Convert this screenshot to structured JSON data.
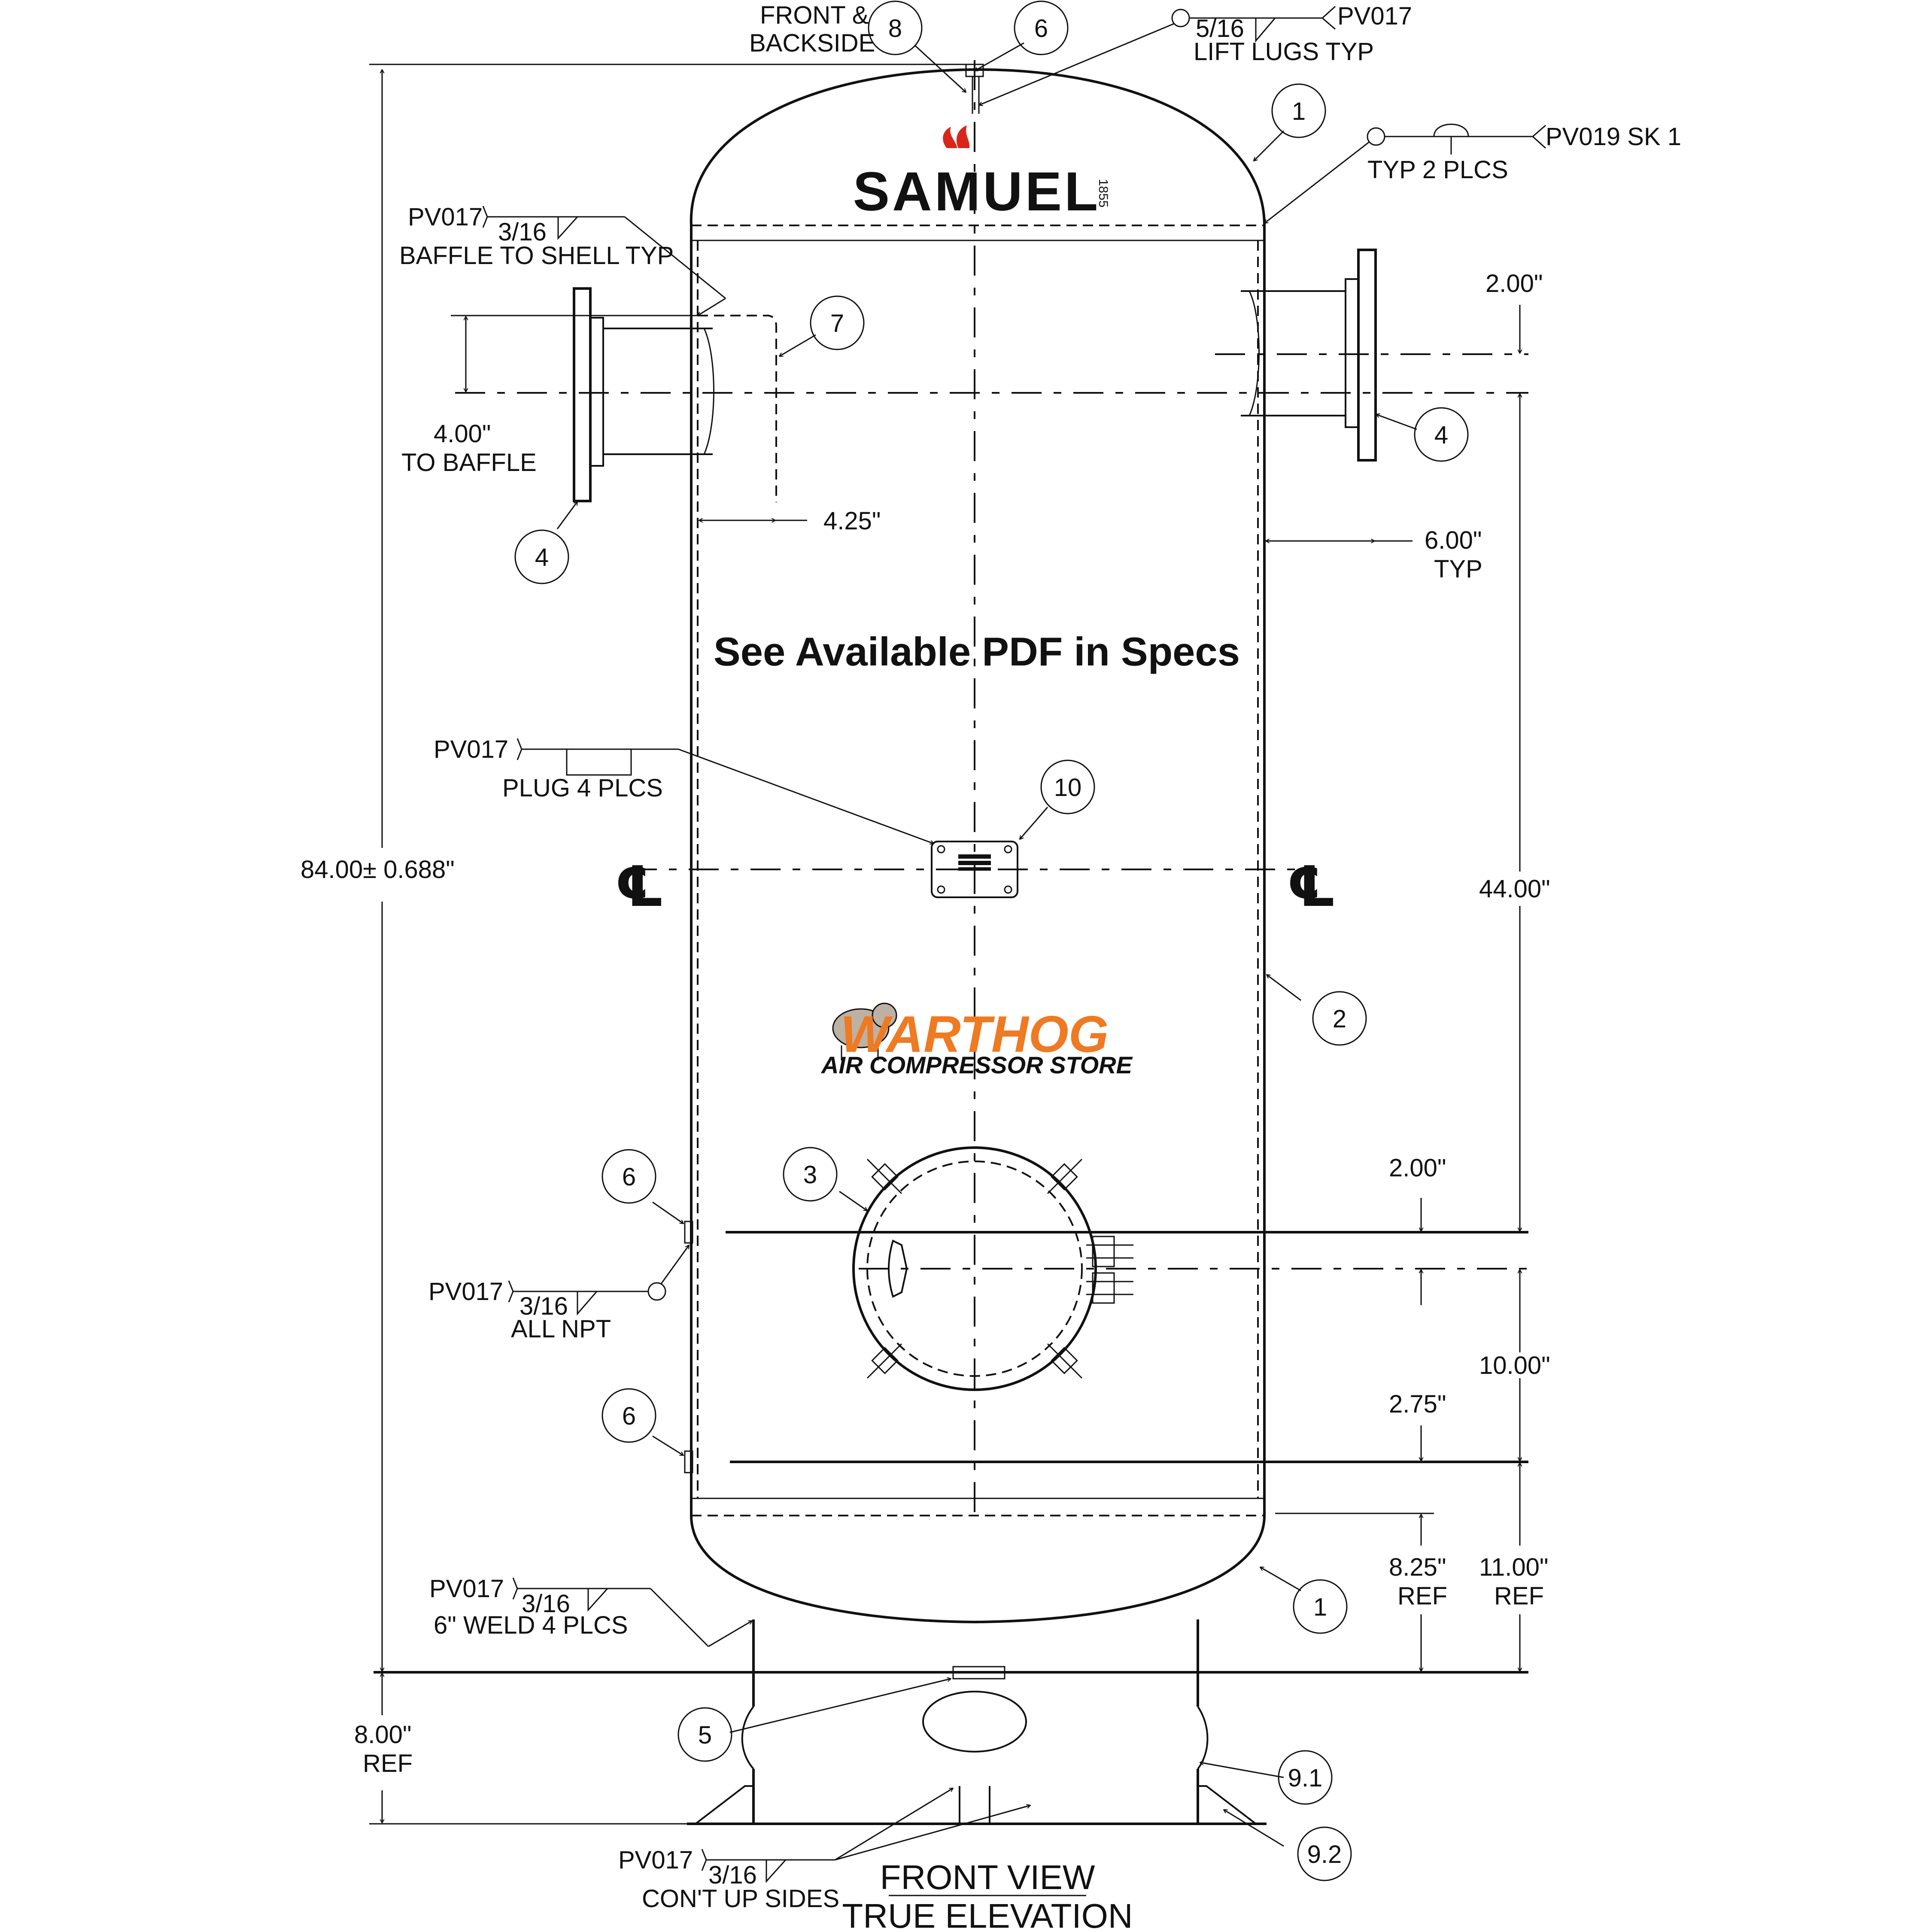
{
  "logos": {
    "samuel": {
      "name": "SAMUEL",
      "year": "1855",
      "flame_color": "#d8261b"
    },
    "warthog": {
      "name": "WARTHOG",
      "tagline": "AIR COMPRESSOR STORE",
      "color": "#ee7a23"
    }
  },
  "note": "See Available PDF in Specs",
  "title": {
    "line1": "FRONT VIEW",
    "line2": "TRUE ELEVATION"
  },
  "centerline_symbol": "℄",
  "balloons": [
    "8",
    "6",
    "1",
    "7",
    "4",
    "4",
    "10",
    "2",
    "3",
    "6",
    "6",
    "1",
    "5",
    "9.1",
    "9.2"
  ],
  "callouts": {
    "front_backside_1": "FRONT &",
    "front_backside_2": "BACKSIDE",
    "lift_ref": "PV017",
    "lift_size": "5/16",
    "lift_text": "LIFT LUGS TYP",
    "sk_ref": "PV019 SK 1",
    "sk_text": "TYP 2 PLCS",
    "baffle_ref": "PV017",
    "baffle_size": "3/16",
    "baffle_text": "BAFFLE TO SHELL TYP",
    "plug_ref": "PV017",
    "plug_text": "PLUG 4 PLCS",
    "npt_ref": "PV017",
    "npt_size": "3/16",
    "npt_text": "ALL NPT",
    "weld_ref": "PV017",
    "weld_size": "3/16",
    "weld_text": "6\" WELD 4 PLCS",
    "cont_ref": "PV017",
    "cont_size": "3/16",
    "cont_text": "CON'T UP SIDES"
  },
  "dimensions": {
    "overall": "84.00± 0.688\"",
    "baffle_1": "4.00\"",
    "baffle_2": "TO BAFFLE",
    "baffle_depth": "4.25\"",
    "nozzle_offset": "2.00\"",
    "nozzle_proj_1": "6.00\"",
    "nozzle_proj_2": "TYP",
    "center_height": "44.00\"",
    "manway_offset": "2.00\"",
    "manway_span": "10.00\"",
    "lower_offset": "2.75\"",
    "head_1": "8.25\"",
    "head_2": "REF",
    "lower_1": "11.00\"",
    "lower_2": "REF",
    "leg_1": "8.00\"",
    "leg_2": "REF"
  }
}
